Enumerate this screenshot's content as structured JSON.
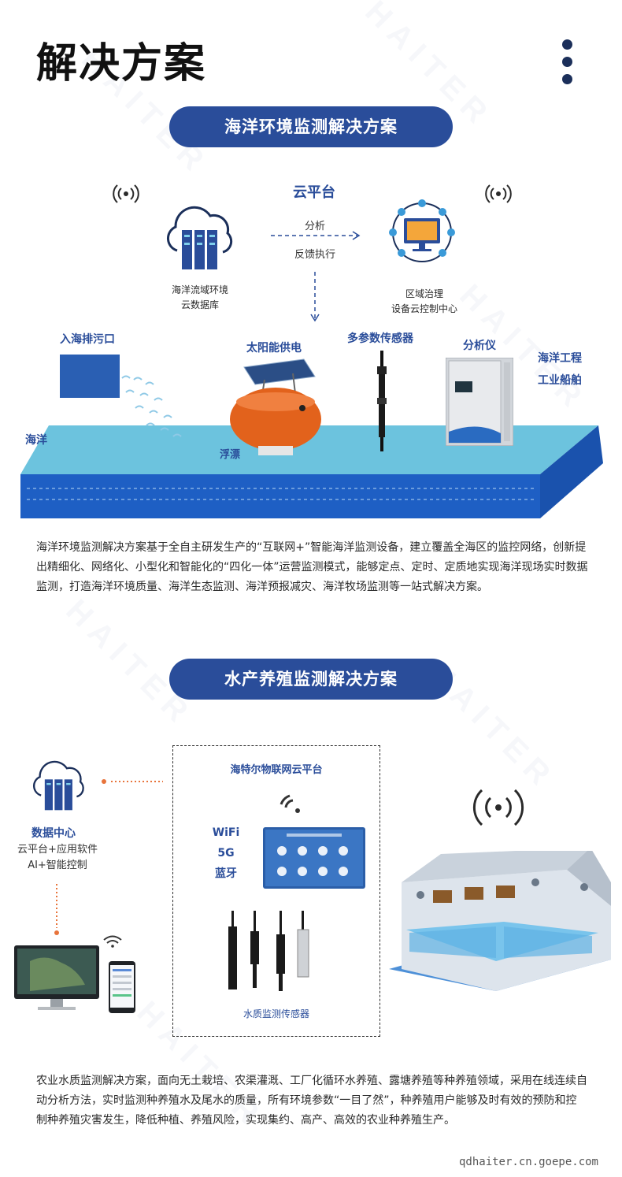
{
  "page": {
    "title": "解决方案"
  },
  "watermark": "HAITER",
  "section1": {
    "pill": "海洋环境监测解决方案",
    "cloud_platform": "云平台",
    "analyze": "分析",
    "feedback": "反馈执行",
    "db_line1": "海洋流域环境",
    "db_line2": "云数据库",
    "control_line1": "区域治理",
    "control_line2": "设备云控制中心",
    "outfall": "入海排污口",
    "solar": "太阳能供电",
    "multi_sensor": "多参数传感器",
    "analyzer": "分析仪",
    "eng_line1": "海洋工程",
    "eng_line2": "工业船舶",
    "ocean": "海洋",
    "buoy": "浮漂",
    "description": "海洋环境监测解决方案基于全自主研发生产的“互联网+”智能海洋监测设备，建立覆盖全海区的监控网络，创新提出精细化、网络化、小型化和智能化的“四化一体”运营监测模式，能够定点、定时、定质地实现海洋现场实时数据监测，打造海洋环境质量、海洋生态监测、海洋预报减灾、海洋牧场监测等一站式解决方案。"
  },
  "section2": {
    "pill": "水产养殖监测解决方案",
    "datacenter_title": "数据中心",
    "datacenter_line1": "云平台+应用软件",
    "datacenter_line2": "AI+智能控制",
    "iot_title": "海特尔物联网云平台",
    "wifi": "WiFi",
    "g5": "5G",
    "bluetooth": "蓝牙",
    "sensor_caption": "水质监测传感器",
    "description": "农业水质监测解决方案，面向无土栽培、农渠灌溉、工厂化循环水养殖、露塘养殖等种养殖领域，采用在线连续自动分析方法，实时监测种养殖水及尾水的质量，所有环境参数“一目了然”，种养殖用户能够及时有效的预防和控制种养殖灾害发生，降低种植、养殖风险，实现集约、高产、高效的农业种养殖生产。"
  },
  "footer": {
    "url": "qdhaiter.cn.goepe.com"
  },
  "colors": {
    "accent": "#2a4d9a",
    "sea_top": "#6cc3de",
    "sea_side": "#1e5fc4",
    "buoy": "#e2621c",
    "dot_orange": "#e8743b"
  }
}
